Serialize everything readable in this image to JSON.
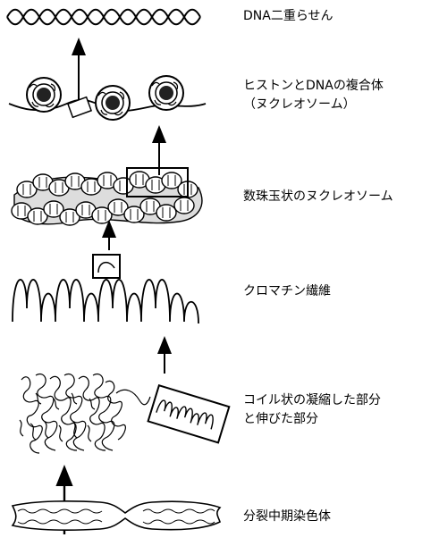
{
  "stages": [
    {
      "id": "dna",
      "lines": [
        "DNA二重らせん"
      ]
    },
    {
      "id": "histone",
      "lines": [
        "ヒストンとDNAの複合体",
        "（ヌクレオソーム）"
      ]
    },
    {
      "id": "bead",
      "lines": [
        "数珠玉状のヌクレオソーム"
      ]
    },
    {
      "id": "fiber",
      "lines": [
        "クロマチン繊維"
      ]
    },
    {
      "id": "coil",
      "lines": [
        "コイル状の凝縮した部分",
        "と伸びた部分"
      ]
    },
    {
      "id": "chromosome",
      "lines": [
        "分裂中期染色体"
      ]
    }
  ]
}
